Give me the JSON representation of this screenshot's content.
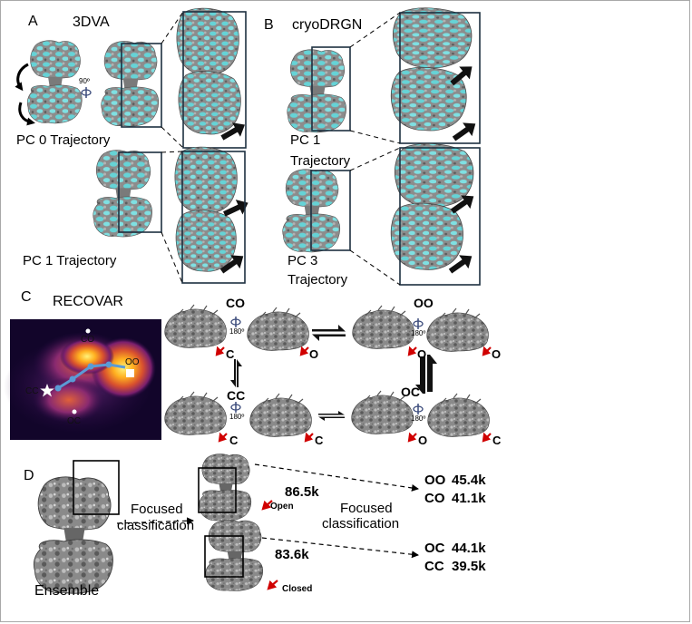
{
  "panels": {
    "a": "A",
    "b": "B",
    "c": "C",
    "d": "D"
  },
  "panel_a": {
    "method": "3DVA",
    "rotation": "90º",
    "traj0": "PC 0 Trajectory",
    "traj1": "PC 1 Trajectory"
  },
  "panel_b": {
    "method": "cryoDRGN",
    "traj1_line1": "PC 1",
    "traj1_line2": "Trajectory",
    "traj3_line1": "PC 3",
    "traj3_line2": "Trajectory"
  },
  "panel_c": {
    "method": "RECOVAR",
    "heatmap_labels": {
      "co": "CO",
      "oo": "OO",
      "cc": "CC",
      "oc": "OC"
    },
    "states": {
      "co": "CO",
      "oo": "OO",
      "cc": "CC",
      "oc": "OC"
    },
    "rotation": "180º",
    "site_c": "C",
    "site_o": "O"
  },
  "panel_d": {
    "ensemble": "Ensemble",
    "focused1_line1": "Focused",
    "focused1_line2": "classification",
    "count_open": "86.5k",
    "open": "Open",
    "count_closed": "83.6k",
    "closed": "Closed",
    "focused2_line1": "Focused",
    "focused2_line2": "classification",
    "results": [
      {
        "state": "OO",
        "count": "45.4k"
      },
      {
        "state": "CO",
        "count": "41.1k"
      },
      {
        "state": "OC",
        "count": "44.1k"
      },
      {
        "state": "CC",
        "count": "39.5k"
      }
    ]
  },
  "colors": {
    "map_gray": "#8f8f8f",
    "map_cyan": "#68d6d9",
    "heatmap_bg": "#12052a",
    "heatmap_hot": "#ffe24a",
    "path_blue": "#5b9bd5",
    "red_arrow": "#d00000"
  }
}
